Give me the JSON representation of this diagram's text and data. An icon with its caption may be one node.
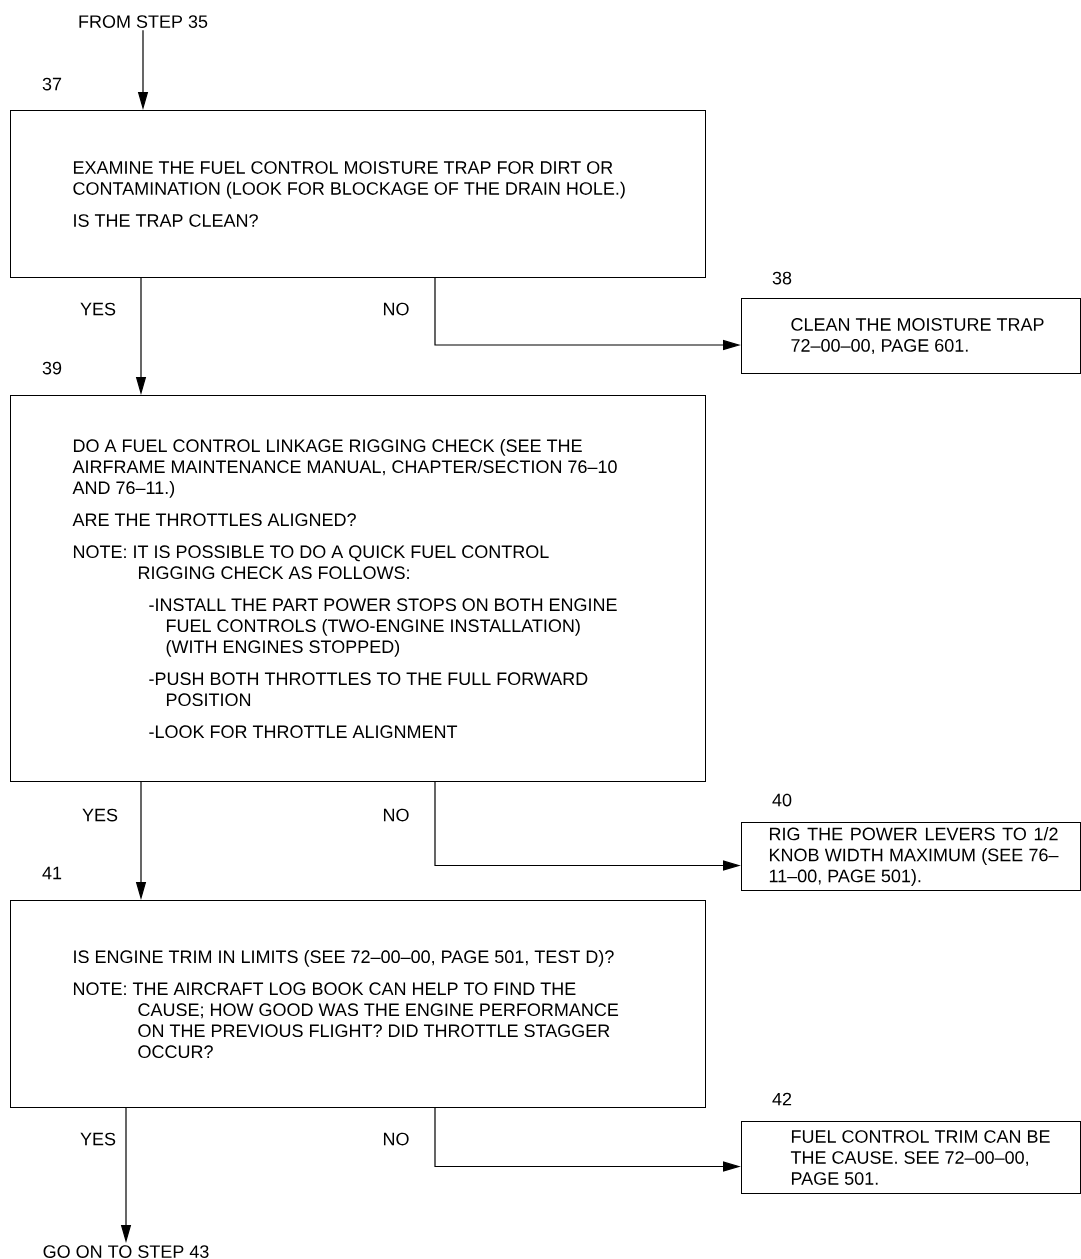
{
  "diagram": {
    "nodes": [
      {
        "text": [
          "FROM STEP 35"
        ]
      },
      {
        "text": [
          "EXAMINE THE FUEL CONTROL MOISTURE TRAP FOR DIRT OR CONTAMINATION (LOOK FOR BLOCKAGE OF THE DRAIN HOLE.)",
          "IS THE TRAP CLEAN?"
        ],
        "beside": [
          "37"
        ]
      },
      {
        "text": [
          "CLEAN THE MOISTURE TRAP 72–00–00, PAGE 601."
        ],
        "beside": [
          "38"
        ]
      },
      {
        "text": [
          "DO A FUEL CONTROL LINKAGE RIGGING CHECK (SEE THE AIRFRAME MAINTENANCE MANUAL, CHAPTER/SECTION 76–10 AND 76–11.)",
          "ARE THE THROTTLES ALIGNED?",
          "NOTE: IT IS POSSIBLE TO DO A QUICK FUEL CONTROL RIGGING CHECK AS FOLLOWS:",
          "-INSTALL THE PART POWER STOPS ON BOTH ENGINE FUEL CONTROLS (TWO-ENGINE INSTALLATION) (WITH ENGINES STOPPED)",
          "-PUSH BOTH THROTTLES TO THE FULL FORWARD POSITION",
          "-LOOK FOR THROTTLE ALIGNMENT"
        ],
        "beside": [
          "39"
        ]
      },
      {
        "text": [
          "RIG THE POWER LEVERS TO 1/2 KNOB WIDTH MAXIMUM (SEE 76–11–00, PAGE 501)."
        ],
        "beside": [
          "40"
        ]
      },
      {
        "text": [
          "IS ENGINE TRIM IN LIMITS (SEE 72–00–00, PAGE 501, TEST D)?",
          "NOTE: THE AIRCRAFT LOG BOOK CAN HELP TO FIND THE CAUSE; HOW GOOD WAS THE ENGINE PERFORMANCE ON THE PREVIOUS FLIGHT? DID THROTTLE STAGGER OCCUR?"
        ],
        "beside": [
          "41"
        ]
      },
      {
        "text": [
          "FUEL CONTROL TRIM CAN BE THE CAUSE. SEE 72–00–00, PAGE 501."
        ],
        "beside": [
          "42"
        ]
      },
      {
        "text": [
          "GO ON TO STEP 43"
        ]
      }
    ],
    "edges": [
      {
        "from": 0,
        "to": 1,
        "arrow": "to"
      },
      {
        "from": 1,
        "to": 3,
        "arrow": "to",
        "label": "YES"
      },
      {
        "from": 1,
        "to": 2,
        "arrow": "to",
        "label": "NO"
      },
      {
        "from": 3,
        "to": 5,
        "arrow": "to",
        "label": "YES"
      },
      {
        "from": 3,
        "to": 4,
        "arrow": "to",
        "label": "NO"
      },
      {
        "from": 5,
        "to": 7,
        "arrow": "to",
        "label": "YES"
      },
      {
        "from": 5,
        "to": 6,
        "arrow": "to",
        "label": "NO"
      }
    ]
  }
}
